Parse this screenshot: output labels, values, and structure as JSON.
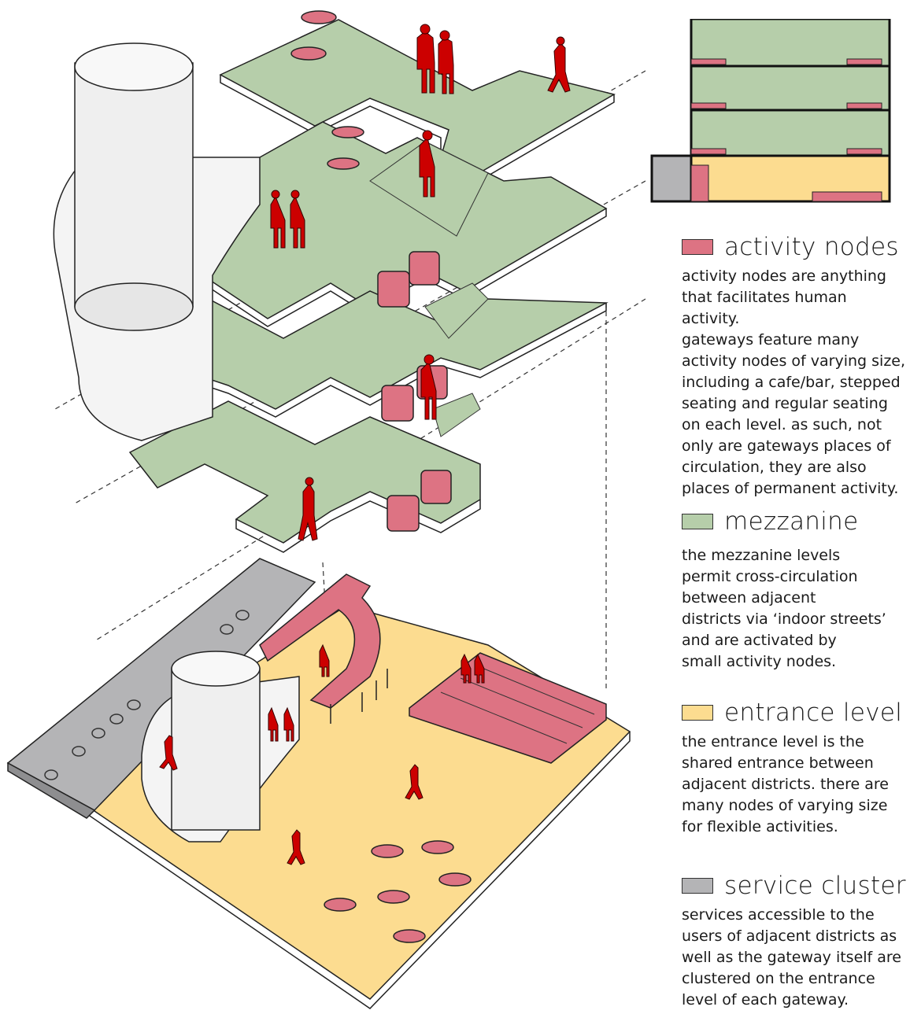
{
  "colors": {
    "activity": "#dd7383",
    "mezzanine": "#b6ceaa",
    "entrance": "#fcdc90",
    "service": "#b4b4b6",
    "figure": "#cc0000",
    "outline": "#222222",
    "tower": "#efefef"
  },
  "legend": [
    {
      "key": "activity",
      "title": "activity nodes",
      "description": "activity nodes are anything\nthat facilitates human activity.\ngateways feature many\nactivity nodes of varying size,\nincluding a cafe/bar, stepped\nseating and regular seating\non each level. as such, not\nonly are gateways places of\ncirculation, they are also\nplaces of permanent activity."
    },
    {
      "key": "mezzanine",
      "title": "mezzanine",
      "description": "the mezzanine levels\npermit cross-circulation\nbetween adjacent\ndistricts via ‘indoor streets’\nand are activated by\nsmall activity nodes."
    },
    {
      "key": "entrance",
      "title": "entrance level",
      "description": "the entrance level is the\nshared entrance between\nadjacent districts. there are\nmany nodes of varying size\nfor flexible activities."
    },
    {
      "key": "service",
      "title": "service cluster",
      "description": "services accessible to the\nusers of adjacent districts as\nwell as the gateway itself are\nclustered on the entrance\nlevel of each gateway."
    }
  ],
  "icons": [
    "spiral-stair-tower",
    "cafe-table",
    "armchair",
    "person-figure",
    "stepped-seating",
    "service-cluster"
  ]
}
